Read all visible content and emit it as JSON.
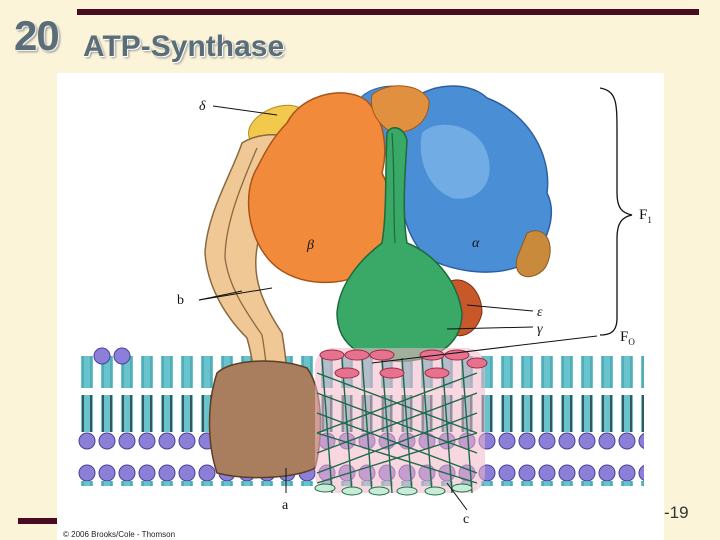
{
  "slide": {
    "chapter_number": "20",
    "title": "ATP-Synthase",
    "slide_number": "-19"
  },
  "figure": {
    "copyright": "© 2006 Brooks/Cole - Thomson",
    "labels": {
      "delta": "δ",
      "beta": "β",
      "alpha": "α",
      "b": "b",
      "epsilon": "ε",
      "gamma": "γ",
      "a": "a",
      "c": "c",
      "f1": "F",
      "f1_sub": "1",
      "f0": "F",
      "f0_sub": "O"
    }
  },
  "colors": {
    "frame_rule": "#4a0b22",
    "background": "#fbf4d8",
    "title_text": "#5b6e78"
  }
}
